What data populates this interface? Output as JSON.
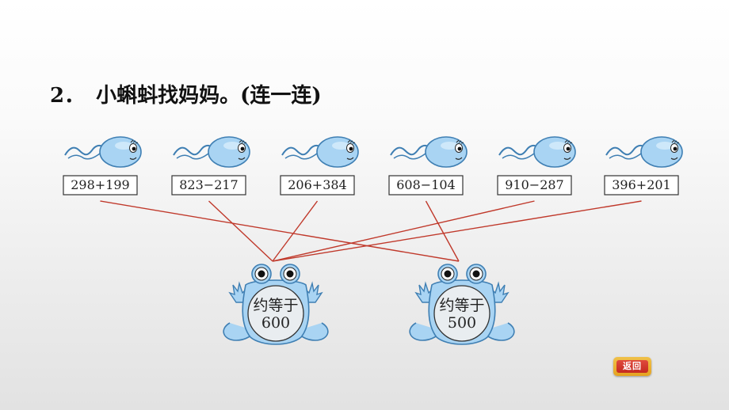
{
  "question": {
    "number": "2．",
    "text": "小蝌蚪找妈妈。(连一连)"
  },
  "tadpoles": [
    {
      "expression": "298+199"
    },
    {
      "expression": "823−217"
    },
    {
      "expression": "206+384"
    },
    {
      "expression": "608−104"
    },
    {
      "expression": "910−287"
    },
    {
      "expression": "396+201"
    }
  ],
  "frogs": [
    {
      "label": "约等于",
      "value": "600"
    },
    {
      "label": "约等于",
      "value": "500"
    }
  ],
  "connections": [
    {
      "tadpole": 0,
      "frog": 1
    },
    {
      "tadpole": 1,
      "frog": 0
    },
    {
      "tadpole": 2,
      "frog": 0
    },
    {
      "tadpole": 3,
      "frog": 1
    },
    {
      "tadpole": 4,
      "frog": 0
    },
    {
      "tadpole": 5,
      "frog": 0
    }
  ],
  "return_button": {
    "label": "返回"
  },
  "colors": {
    "line": "#c0392b",
    "body_fill": "#a9d4f3",
    "body_stroke": "#3f7fb3",
    "box_stroke": "#333333"
  }
}
